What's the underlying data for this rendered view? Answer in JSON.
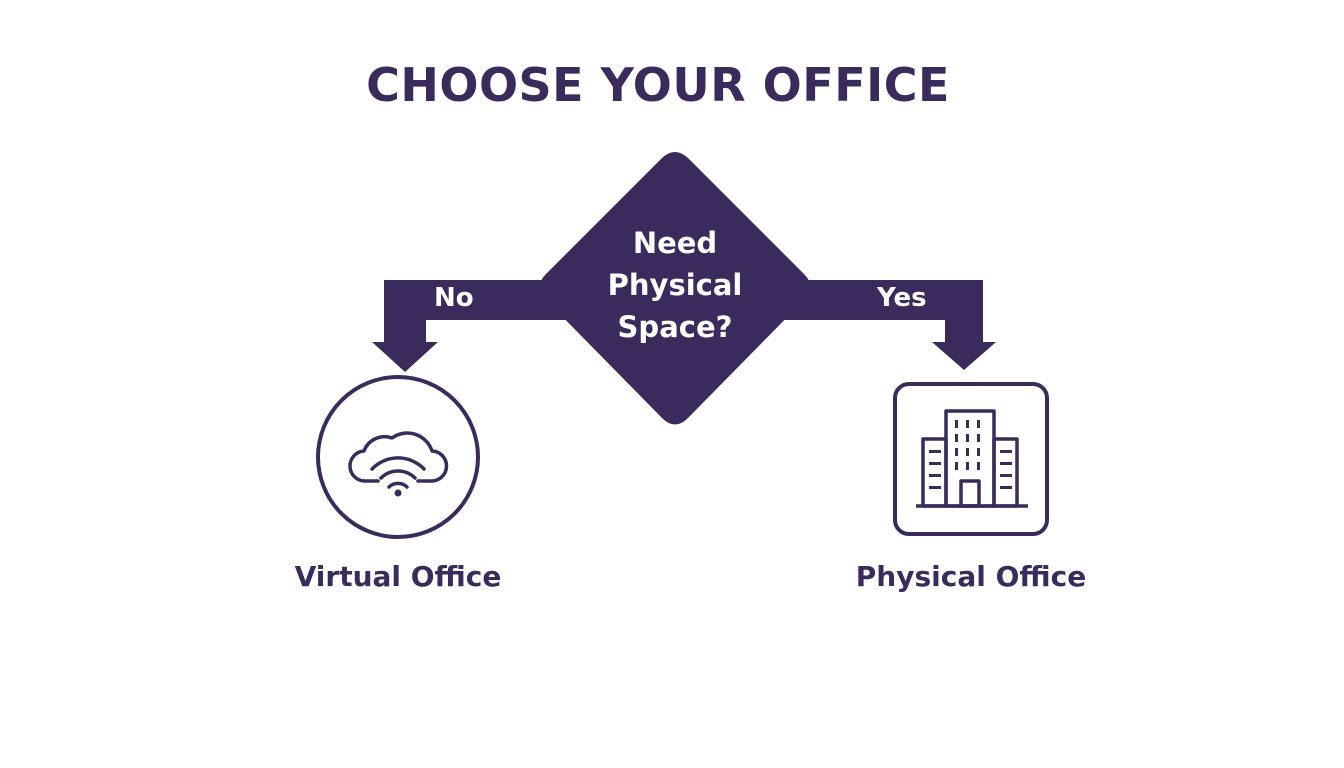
{
  "title": "CHOOSE YOUR OFFICE",
  "decision": {
    "lines": [
      "Need",
      "Physical",
      "Space?"
    ]
  },
  "branches": {
    "no_label": "No",
    "yes_label": "Yes"
  },
  "options": {
    "virtual": {
      "label": "Virtual Office",
      "icon": "cloud-wifi-icon"
    },
    "physical": {
      "label": "Physical Office",
      "icon": "office-building-icon"
    }
  },
  "colors": {
    "primary": "#3b2a5c",
    "background": "#ffffff",
    "on_primary": "#ffffff"
  }
}
